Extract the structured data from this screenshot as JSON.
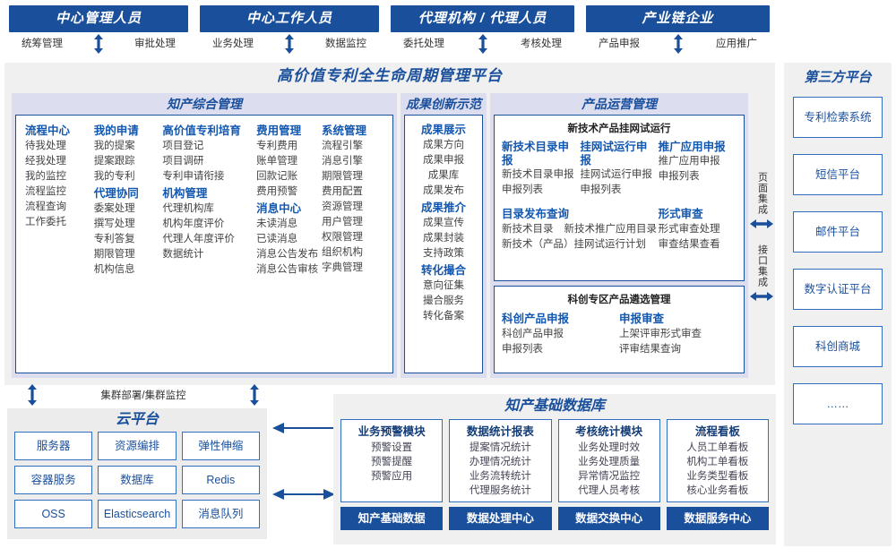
{
  "roles": [
    {
      "title": "中心管理人员",
      "left": "统筹管理",
      "right": "审批处理"
    },
    {
      "title": "中心工作人员",
      "left": "业务处理",
      "right": "数据监控"
    },
    {
      "title": "代理机构 / 代理人员",
      "left": "委托处理",
      "right": "考核处理"
    },
    {
      "title": "产业链企业",
      "left": "产品申报",
      "right": "应用推广"
    }
  ],
  "platform": {
    "title": "高价值专利全生命周期管理平台",
    "lane1": {
      "title": "知产综合管理",
      "columns": [
        {
          "groups": [
            {
              "head": "流程中心",
              "items": [
                "待我处理",
                "经我处理",
                "我的监控",
                "流程监控",
                "流程查询",
                "工作委托"
              ]
            }
          ]
        },
        {
          "groups": [
            {
              "head": "我的申请",
              "items": [
                "我的提案",
                "提案跟踪",
                "我的专利"
              ]
            },
            {
              "head": "代理协同",
              "items": [
                "委案处理",
                "撰写处理",
                "专利答复",
                "期限管理",
                "机构信息"
              ]
            }
          ]
        },
        {
          "groups": [
            {
              "head": "高价值专利培育",
              "items": [
                "项目登记",
                "项目调研",
                "专利申请衔接"
              ]
            },
            {
              "head": "机构管理",
              "items": [
                "代理机构库",
                "机构年度评价",
                "代理人年度评价",
                "数据统计"
              ]
            }
          ]
        },
        {
          "groups": [
            {
              "head": "费用管理",
              "items": [
                "专利费用",
                "账单管理",
                "回款记账",
                "费用预警"
              ]
            },
            {
              "head": "消息中心",
              "items": [
                "未读消息",
                "已读消息",
                "消息公告发布",
                "消息公告审核"
              ]
            }
          ]
        },
        {
          "groups": [
            {
              "head": "系统管理",
              "items": [
                "流程引擎",
                "消息引擎",
                "期限管理",
                "费用配置",
                "资源管理",
                "用户管理",
                "权限管理",
                "组织机构",
                "字典管理"
              ]
            }
          ]
        }
      ]
    },
    "lane2": {
      "title": "成果创新示范",
      "groups": [
        {
          "head": "成果展示",
          "items": [
            "成果方向",
            "成果申报",
            "成果库",
            "成果发布"
          ]
        },
        {
          "head": "成果推介",
          "items": [
            "成果宣传",
            "成果封装",
            "支持政策"
          ]
        },
        {
          "head": "转化撮合",
          "items": [
            "意向征集",
            "撮合服务",
            "转化备案"
          ]
        }
      ]
    },
    "lane3": {
      "title": "产品运营管理",
      "box1": {
        "title": "新技术产品挂网试运行",
        "row1": [
          {
            "head": "新技术目录申报",
            "items": [
              "新技术目录申报",
              "申报列表"
            ]
          },
          {
            "head": "挂网试运行申报",
            "items": [
              "挂网试运行申报",
              "申报列表"
            ]
          },
          {
            "head": "推广应用申报",
            "items": [
              "推广应用申报",
              "申报列表"
            ]
          }
        ],
        "row2": [
          {
            "head": "目录发布查询",
            "items": [
              "新技术目录",
              "新技术推广应用目录",
              "新技术（产品）挂网试运行计划"
            ]
          },
          {
            "head": "形式审查",
            "items": [
              "形式审查处理",
              "审查结果查看"
            ]
          }
        ]
      },
      "box2": {
        "title": "科创专区产品遴选管理",
        "row": [
          {
            "head": "科创产品申报",
            "items": [
              "科创产品申报",
              "申报列表"
            ]
          },
          {
            "head": "申报审查",
            "items": [
              "上架评审形式审查",
              "评审结果查询"
            ]
          }
        ]
      }
    },
    "integration": [
      "页面集成",
      "接口集成"
    ]
  },
  "third_party": {
    "title": "第三方平台",
    "items": [
      "专利检索系统",
      "短信平台",
      "邮件平台",
      "数字认证平台",
      "科创商城",
      "……"
    ]
  },
  "cluster_label": "集群部署/集群监控",
  "cloud": {
    "title": "云平台",
    "cells": [
      "服务器",
      "资源编排",
      "弹性伸缩",
      "容器服务",
      "数据库",
      "Redis",
      "OSS",
      "Elasticsearch",
      "消息队列"
    ]
  },
  "database": {
    "title": "知产基础数据库",
    "columns": [
      {
        "head": "业务预警模块",
        "items": [
          "预警设置",
          "预警提醒",
          "预警应用"
        ],
        "foot": "知产基础数据"
      },
      {
        "head": "数据统计报表",
        "items": [
          "提案情况统计",
          "办理情况统计",
          "业务流转统计",
          "代理服务统计"
        ],
        "foot": "数据处理中心"
      },
      {
        "head": "考核统计模块",
        "items": [
          "业务处理时效",
          "业务处理质量",
          "异常情况监控",
          "代理人员考核"
        ],
        "foot": "数据交换中心"
      },
      {
        "head": "流程看板",
        "items": [
          "人员工单看板",
          "机构工单看板",
          "业务类型看板",
          "核心业务看板"
        ],
        "foot": "数据服务中心"
      }
    ]
  },
  "colors": {
    "brand_dark": "#1a4f9c",
    "brand_mid": "#2f6fbe",
    "lane_bg": "#dcdef0",
    "panel_bg": "#f0f0f0"
  }
}
